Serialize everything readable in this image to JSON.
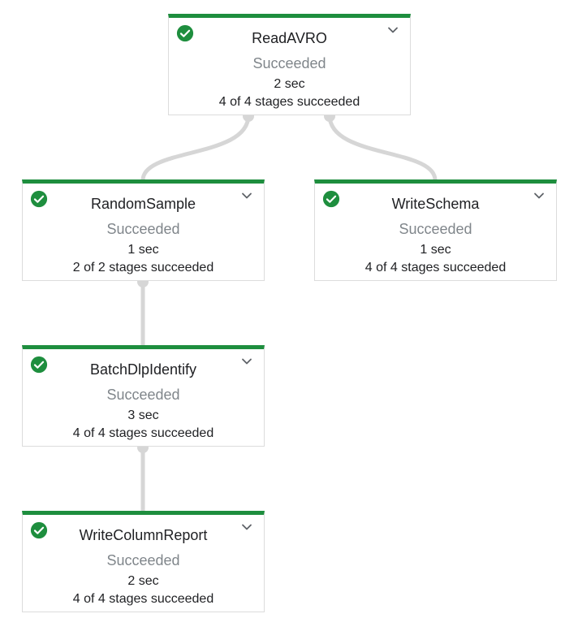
{
  "colors": {
    "success_green": "#1e8e3e",
    "edge_gray": "#d6d6d6",
    "status_text": "#80868b"
  },
  "icons": {
    "status": "check-circle-icon",
    "expand": "chevron-down-icon"
  },
  "nodes": [
    {
      "name": "ReadAVRO",
      "status": "Succeeded",
      "duration": "2 sec",
      "stages": "4 of 4 stages succeeded"
    },
    {
      "name": "RandomSample",
      "status": "Succeeded",
      "duration": "1 sec",
      "stages": "2 of 2 stages succeeded"
    },
    {
      "name": "WriteSchema",
      "status": "Succeeded",
      "duration": "1 sec",
      "stages": "4 of 4 stages succeeded"
    },
    {
      "name": "BatchDlpIdentify",
      "status": "Succeeded",
      "duration": "3 sec",
      "stages": "4 of 4 stages succeeded"
    },
    {
      "name": "WriteColumnReport",
      "status": "Succeeded",
      "duration": "2 sec",
      "stages": "4 of 4 stages succeeded"
    }
  ]
}
